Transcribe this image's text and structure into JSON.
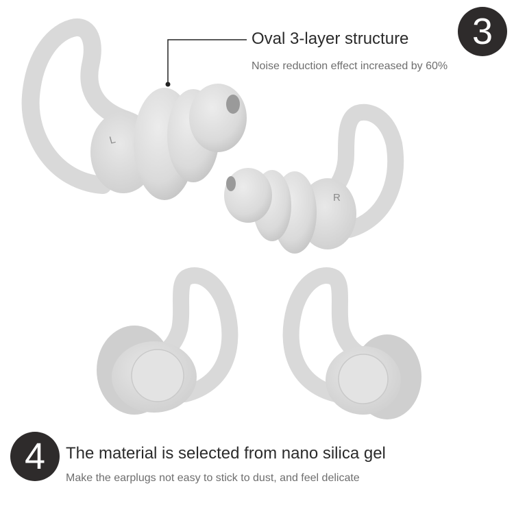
{
  "colors": {
    "badge_bg": "#2e2b2b",
    "badge_fg": "#ffffff",
    "title_text": "#2b2b2b",
    "subtitle_text": "#6e6e6e",
    "product": "#dedede",
    "background": "#ffffff"
  },
  "feature_3": {
    "badge_number": "3",
    "title": "Oval 3-layer structure",
    "subtitle": "Noise reduction effect increased by 60%"
  },
  "feature_4": {
    "badge_number": "4",
    "title": "The material is selected from nano silica gel",
    "subtitle": "Make the earplugs not easy to stick to dust, and feel delicate"
  },
  "product": {
    "left_label": "L",
    "right_label": "R"
  }
}
